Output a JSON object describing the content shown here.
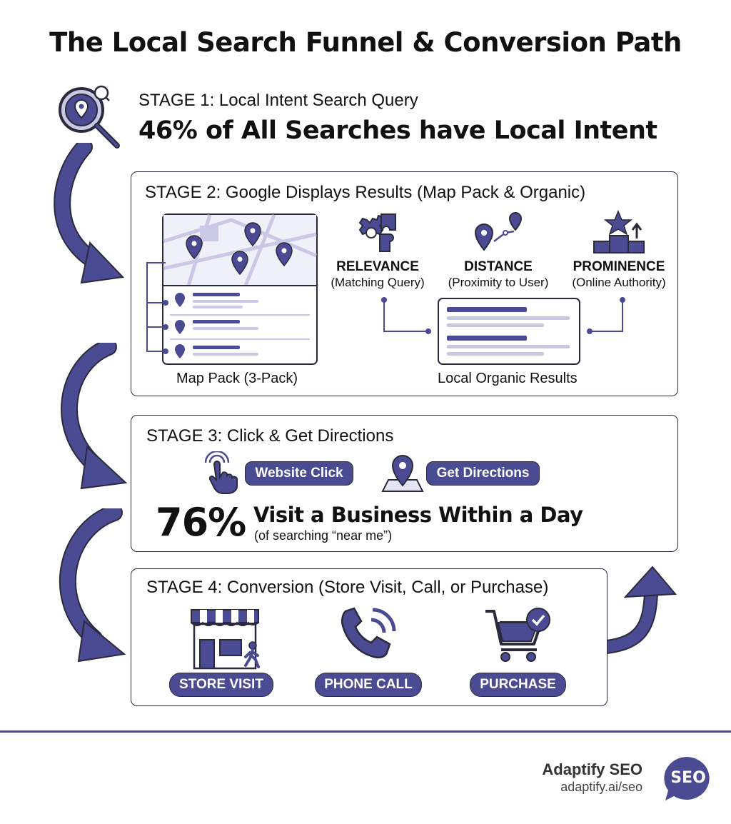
{
  "title": "The Local Search Funnel & Conversion Path",
  "stage1": {
    "heading": "STAGE 1: Local Intent Search Query",
    "stat": "46% of All Searches have Local Intent"
  },
  "stage2": {
    "heading": "STAGE 2: Google Displays Results (Map Pack & Organic)",
    "map_pack_label": "Map Pack (3-Pack)",
    "organic_label": "Local Organic Results",
    "factors": [
      {
        "title": "RELEVANCE",
        "subtitle": "(Matching Query)",
        "icon": "puzzle-gear-icon"
      },
      {
        "title": "DISTANCE",
        "subtitle": "(Proximity to User)",
        "icon": "route-pins-icon"
      },
      {
        "title": "PROMINENCE",
        "subtitle": "(Online Authority)",
        "icon": "podium-star-icon"
      }
    ]
  },
  "stage3": {
    "heading": "STAGE 3: Click & Get Directions",
    "actions": [
      {
        "label": "Website Click",
        "icon": "tap-hand-icon"
      },
      {
        "label": "Get Directions",
        "icon": "map-pin-icon"
      }
    ],
    "stat_value": "76%",
    "stat_text": "Visit a Business Within a Day",
    "stat_sub": "(of searching “near me”)"
  },
  "stage4": {
    "heading": "STAGE 4: Conversion (Store Visit, Call, or Purchase)",
    "items": [
      {
        "label": "STORE VISIT",
        "icon": "storefront-icon"
      },
      {
        "label": "PHONE CALL",
        "icon": "phone-icon"
      },
      {
        "label": "PURCHASE",
        "icon": "cart-check-icon"
      }
    ]
  },
  "footer": {
    "brand": "Adaptify SEO",
    "url": "adaptify.ai/seo",
    "badge": "SEO"
  },
  "colors": {
    "accent": "#4b4b94",
    "accent_light": "#c9c9e6",
    "outline": "#2a2a3a"
  }
}
